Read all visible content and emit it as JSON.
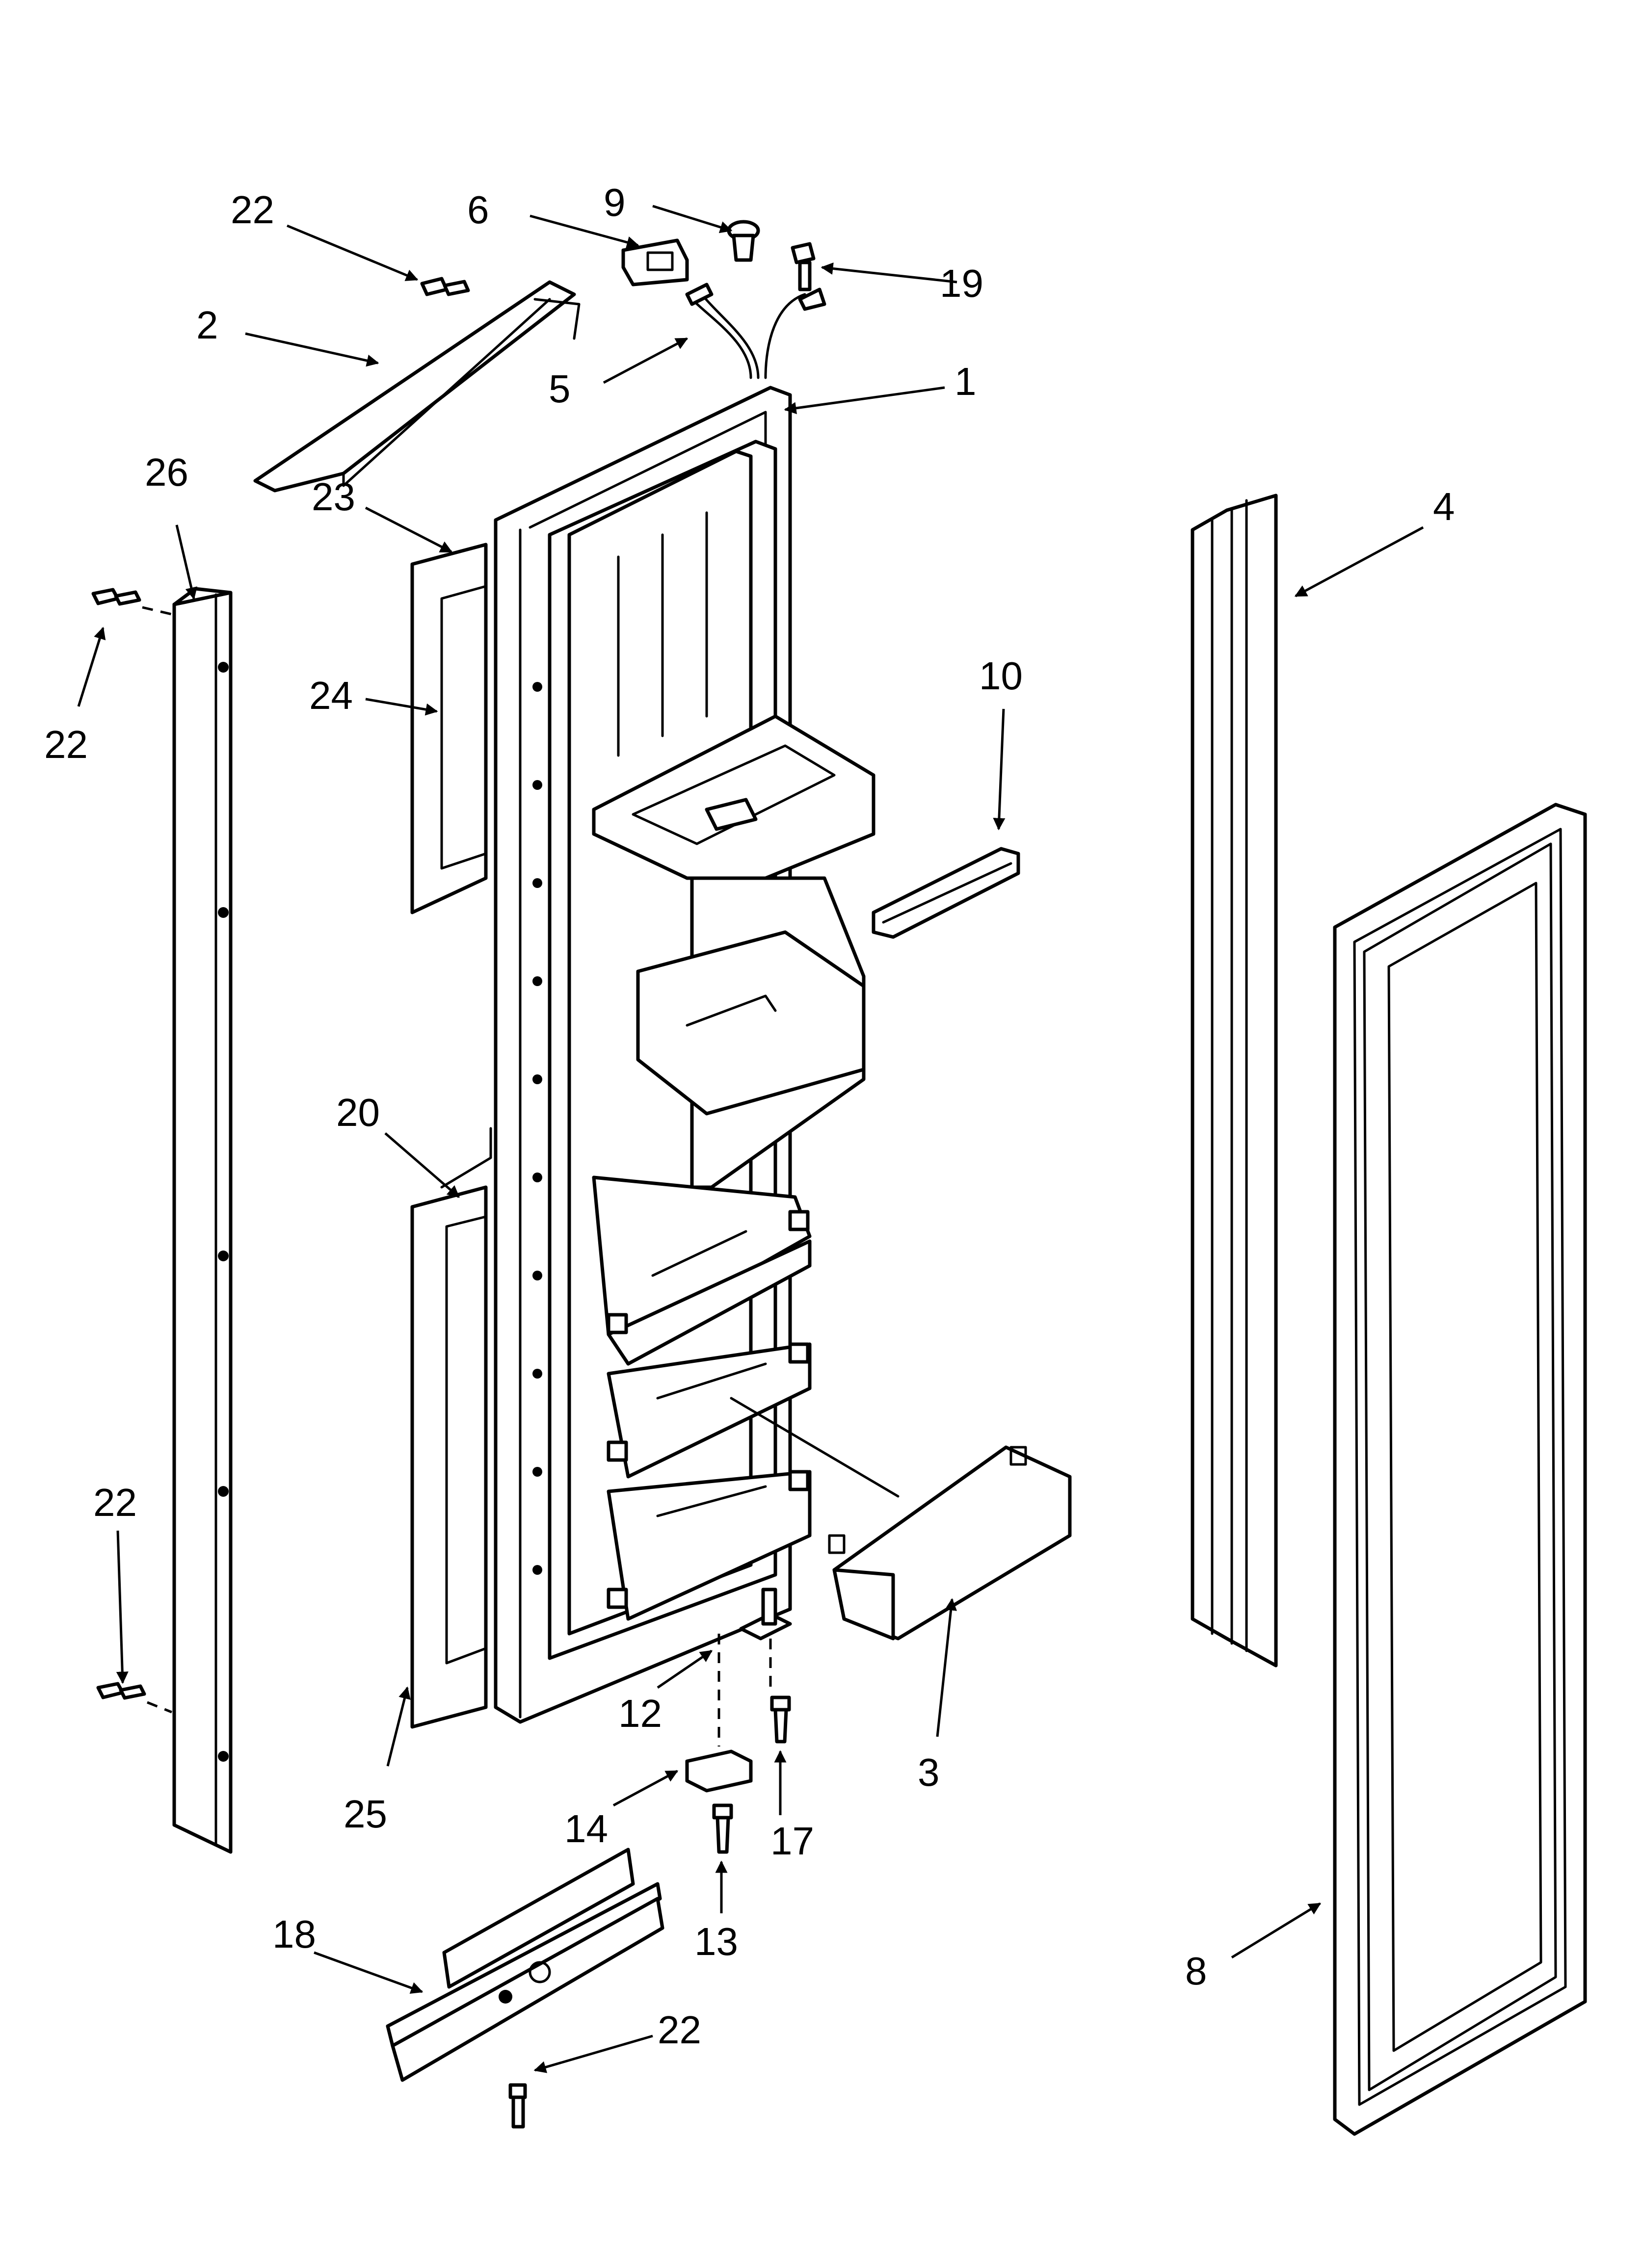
{
  "callouts": {
    "c1": "1",
    "c2": "2",
    "c3": "3",
    "c4": "4",
    "c5": "5",
    "c6": "6",
    "c8": "8",
    "c9": "9",
    "c10": "10",
    "c12": "12",
    "c13": "13",
    "c14": "14",
    "c17": "17",
    "c18": "18",
    "c19": "19",
    "c20": "20",
    "c22a": "22",
    "c22b": "22",
    "c22c": "22",
    "c22d": "22",
    "c23": "23",
    "c24": "24",
    "c25": "25",
    "c26": "26"
  },
  "colors": {
    "line": "#000000",
    "background": "#ffffff"
  }
}
